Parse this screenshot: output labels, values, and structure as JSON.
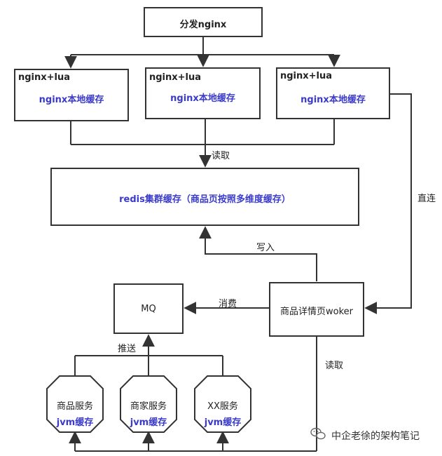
{
  "dispatcher": {
    "label": "分发nginx"
  },
  "nginx_nodes": [
    {
      "title": "nginx+lua",
      "cache": "nginx本地缓存"
    },
    {
      "title": "nginx+lua",
      "cache": "nginx本地缓存"
    },
    {
      "title": "nginx+lua",
      "cache": "nginx本地缓存"
    }
  ],
  "redis": {
    "label": "redis集群缓存（商品页按照多维度缓存）"
  },
  "worker": {
    "label": "商品详情页woker"
  },
  "mq": {
    "label": "MQ"
  },
  "services": [
    {
      "name": "商品服务",
      "cache": "jvm缓存"
    },
    {
      "name": "商家服务",
      "cache": "jvm缓存"
    },
    {
      "name": "XX服务",
      "cache": "jvm缓存"
    }
  ],
  "edges": {
    "read_top": "读取",
    "direct": "直连",
    "write": "写入",
    "consume": "消费",
    "push": "推送",
    "read_bottom": "读取"
  },
  "watermark": {
    "text": "中企老徐的架构笔记",
    "icon": "wechat-icon"
  },
  "colors": {
    "accent": "#3a3acb",
    "line": "#333333"
  }
}
